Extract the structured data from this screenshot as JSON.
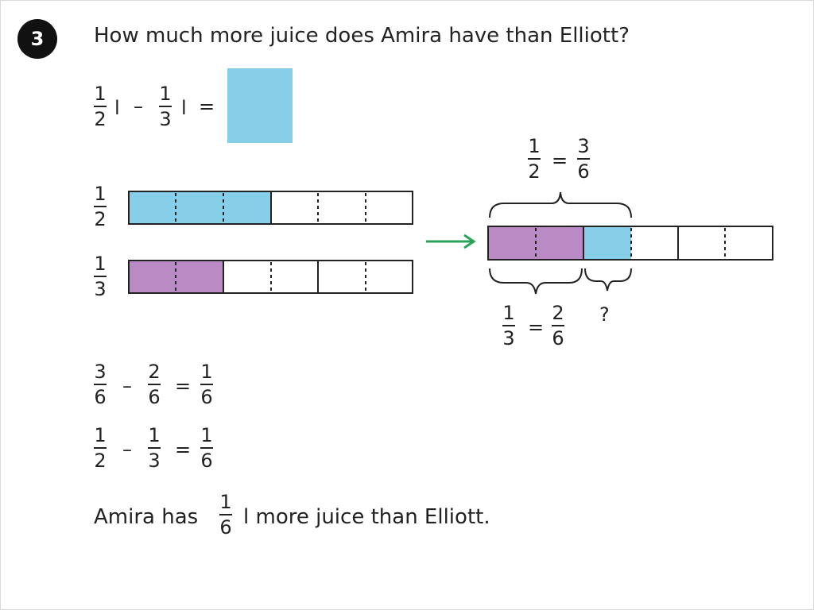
{
  "question": {
    "number": "3",
    "text": "How much more juice does Amira have than Elliott?"
  },
  "equation": {
    "a_num": "1",
    "a_den": "2",
    "unit1": "l",
    "minus": "–",
    "b_num": "1",
    "b_den": "3",
    "unit2": "l",
    "equals": "="
  },
  "bars": {
    "half_num": "1",
    "half_den": "2",
    "third_num": "1",
    "third_den": "3",
    "colors": {
      "blue": "#87cee9",
      "purple": "#b98ac4",
      "arrow": "#2aa35a",
      "outline": "#222222"
    }
  },
  "combined": {
    "top_a_num": "1",
    "top_a_den": "2",
    "top_eq": "=",
    "top_b_num": "3",
    "top_b_den": "6",
    "bot_a_num": "1",
    "bot_a_den": "3",
    "bot_eq": "=",
    "bot_b_num": "2",
    "bot_b_den": "6",
    "unknown": "?"
  },
  "work": {
    "line1": {
      "a_num": "3",
      "a_den": "6",
      "op": "–",
      "b_num": "2",
      "b_den": "6",
      "eq": "=",
      "r_num": "1",
      "r_den": "6"
    },
    "line2": {
      "a_num": "1",
      "a_den": "2",
      "op": "–",
      "b_num": "1",
      "b_den": "3",
      "eq": "=",
      "r_num": "1",
      "r_den": "6"
    }
  },
  "answer": {
    "prefix": "Amira has",
    "num": "1",
    "den": "6",
    "suffix": "l more juice than Elliott."
  }
}
